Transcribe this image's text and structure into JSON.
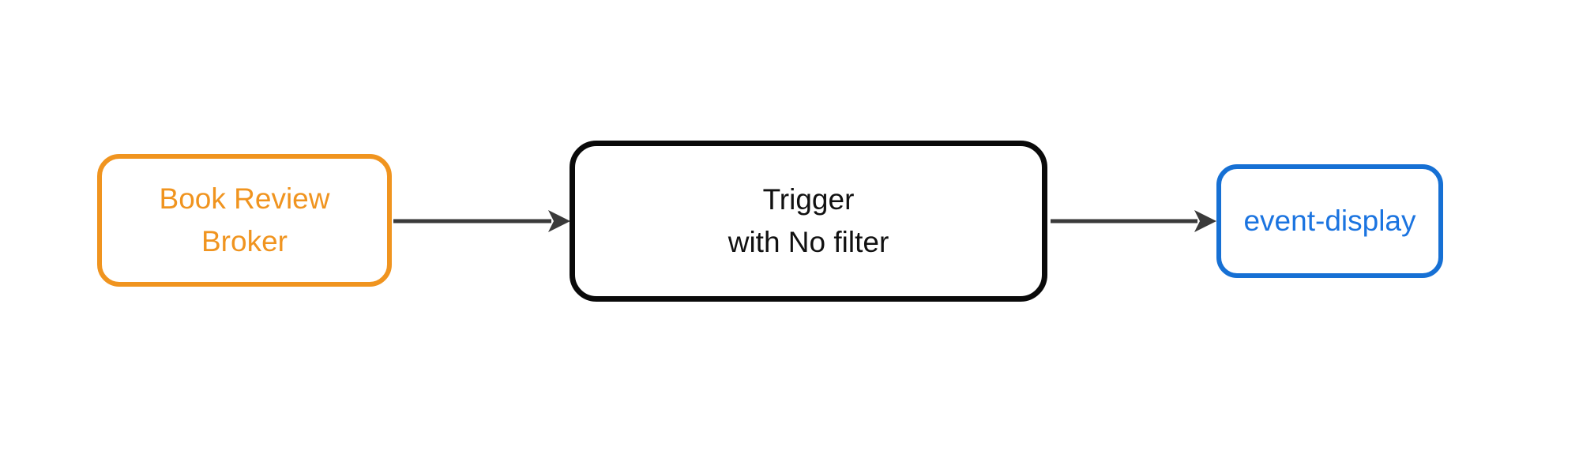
{
  "diagram": {
    "type": "flowchart",
    "background_color": "#ffffff",
    "edge_color": "#3A3A3A",
    "nodes": [
      {
        "id": "book-review-broker",
        "lines": [
          "Book Review",
          "Broker"
        ],
        "color": "#F0941F",
        "shape": "rounded-rectangle"
      },
      {
        "id": "trigger",
        "lines": [
          "Trigger",
          "with No filter"
        ],
        "color": "#0a0a0a",
        "shape": "rounded-rectangle"
      },
      {
        "id": "event-display",
        "lines": [
          "event-display"
        ],
        "color": "#1670D4",
        "shape": "rounded-rectangle"
      }
    ],
    "edges": [
      {
        "from": "book-review-broker",
        "to": "trigger"
      },
      {
        "from": "trigger",
        "to": "event-display"
      }
    ]
  }
}
